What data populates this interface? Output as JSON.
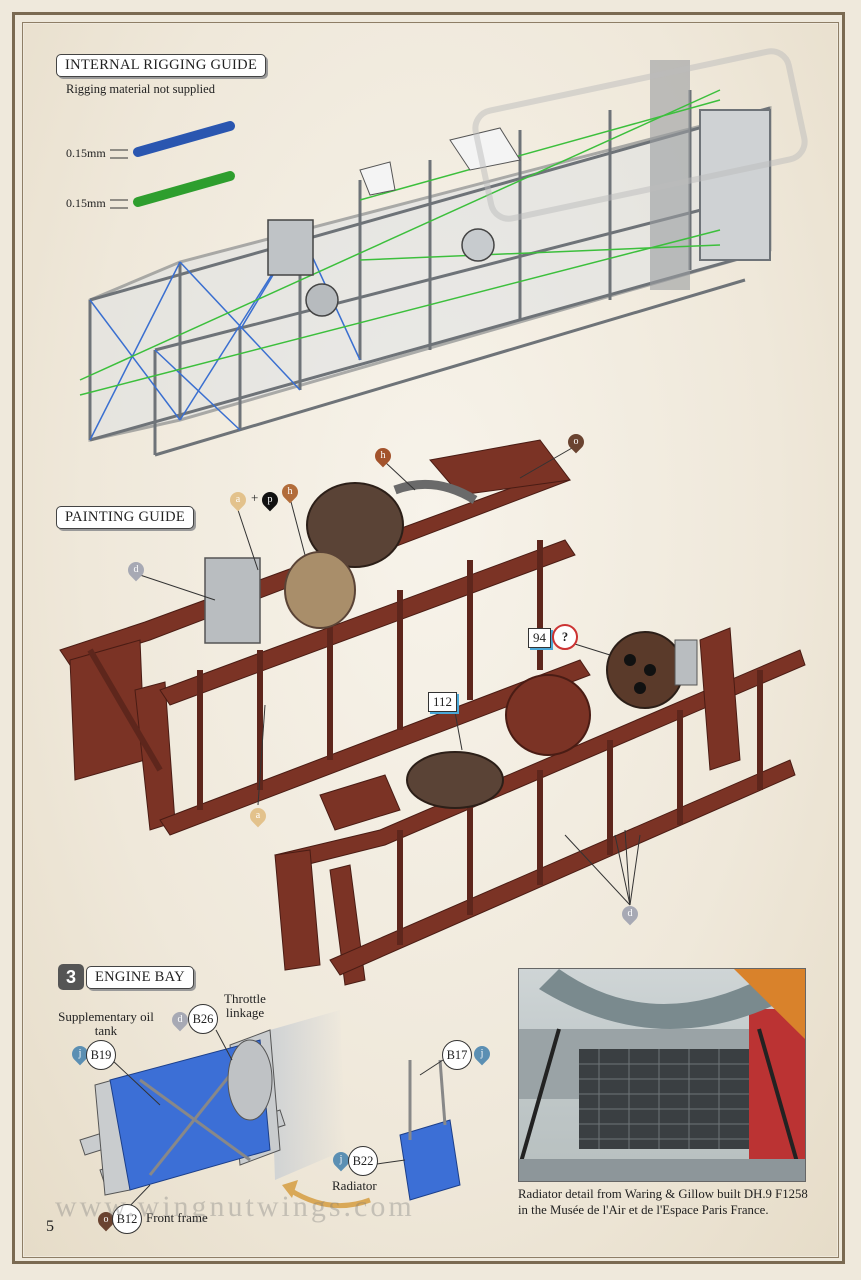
{
  "rigging": {
    "title": "INTERNAL RIGGING GUIDE",
    "subtitle": "Rigging material not supplied",
    "wire1_label": "0.15mm",
    "wire2_label": "0.15mm",
    "wire1_color": "#3a6fd0",
    "wire2_color": "#3cbf3c"
  },
  "painting": {
    "title": "PAINTING GUIDE",
    "drops": [
      "a",
      "+",
      "p",
      "h",
      "h",
      "o",
      "d",
      "a",
      "d"
    ],
    "callout_94": "94",
    "callout_112": "112",
    "question": "?"
  },
  "engine_bay": {
    "step": "3",
    "title": "ENGINE BAY",
    "supp_oil_tank": "Supplementary oil tank",
    "throttle_linkage": "Throttle linkage",
    "radiator": "Radiator",
    "front_frame": "Front frame",
    "parts": [
      "B19",
      "B26",
      "B17",
      "B22",
      "B12"
    ],
    "part_drops": [
      "j",
      "d",
      "j",
      "j",
      "o"
    ]
  },
  "photo_caption": "Radiator detail from Waring & Gillow built DH.9 F1258 in the Musée de l'Air et de l'Espace Paris France.",
  "watermark": "www.wingnutwings.com",
  "page_number": "5",
  "frame_color": "#7b3325"
}
